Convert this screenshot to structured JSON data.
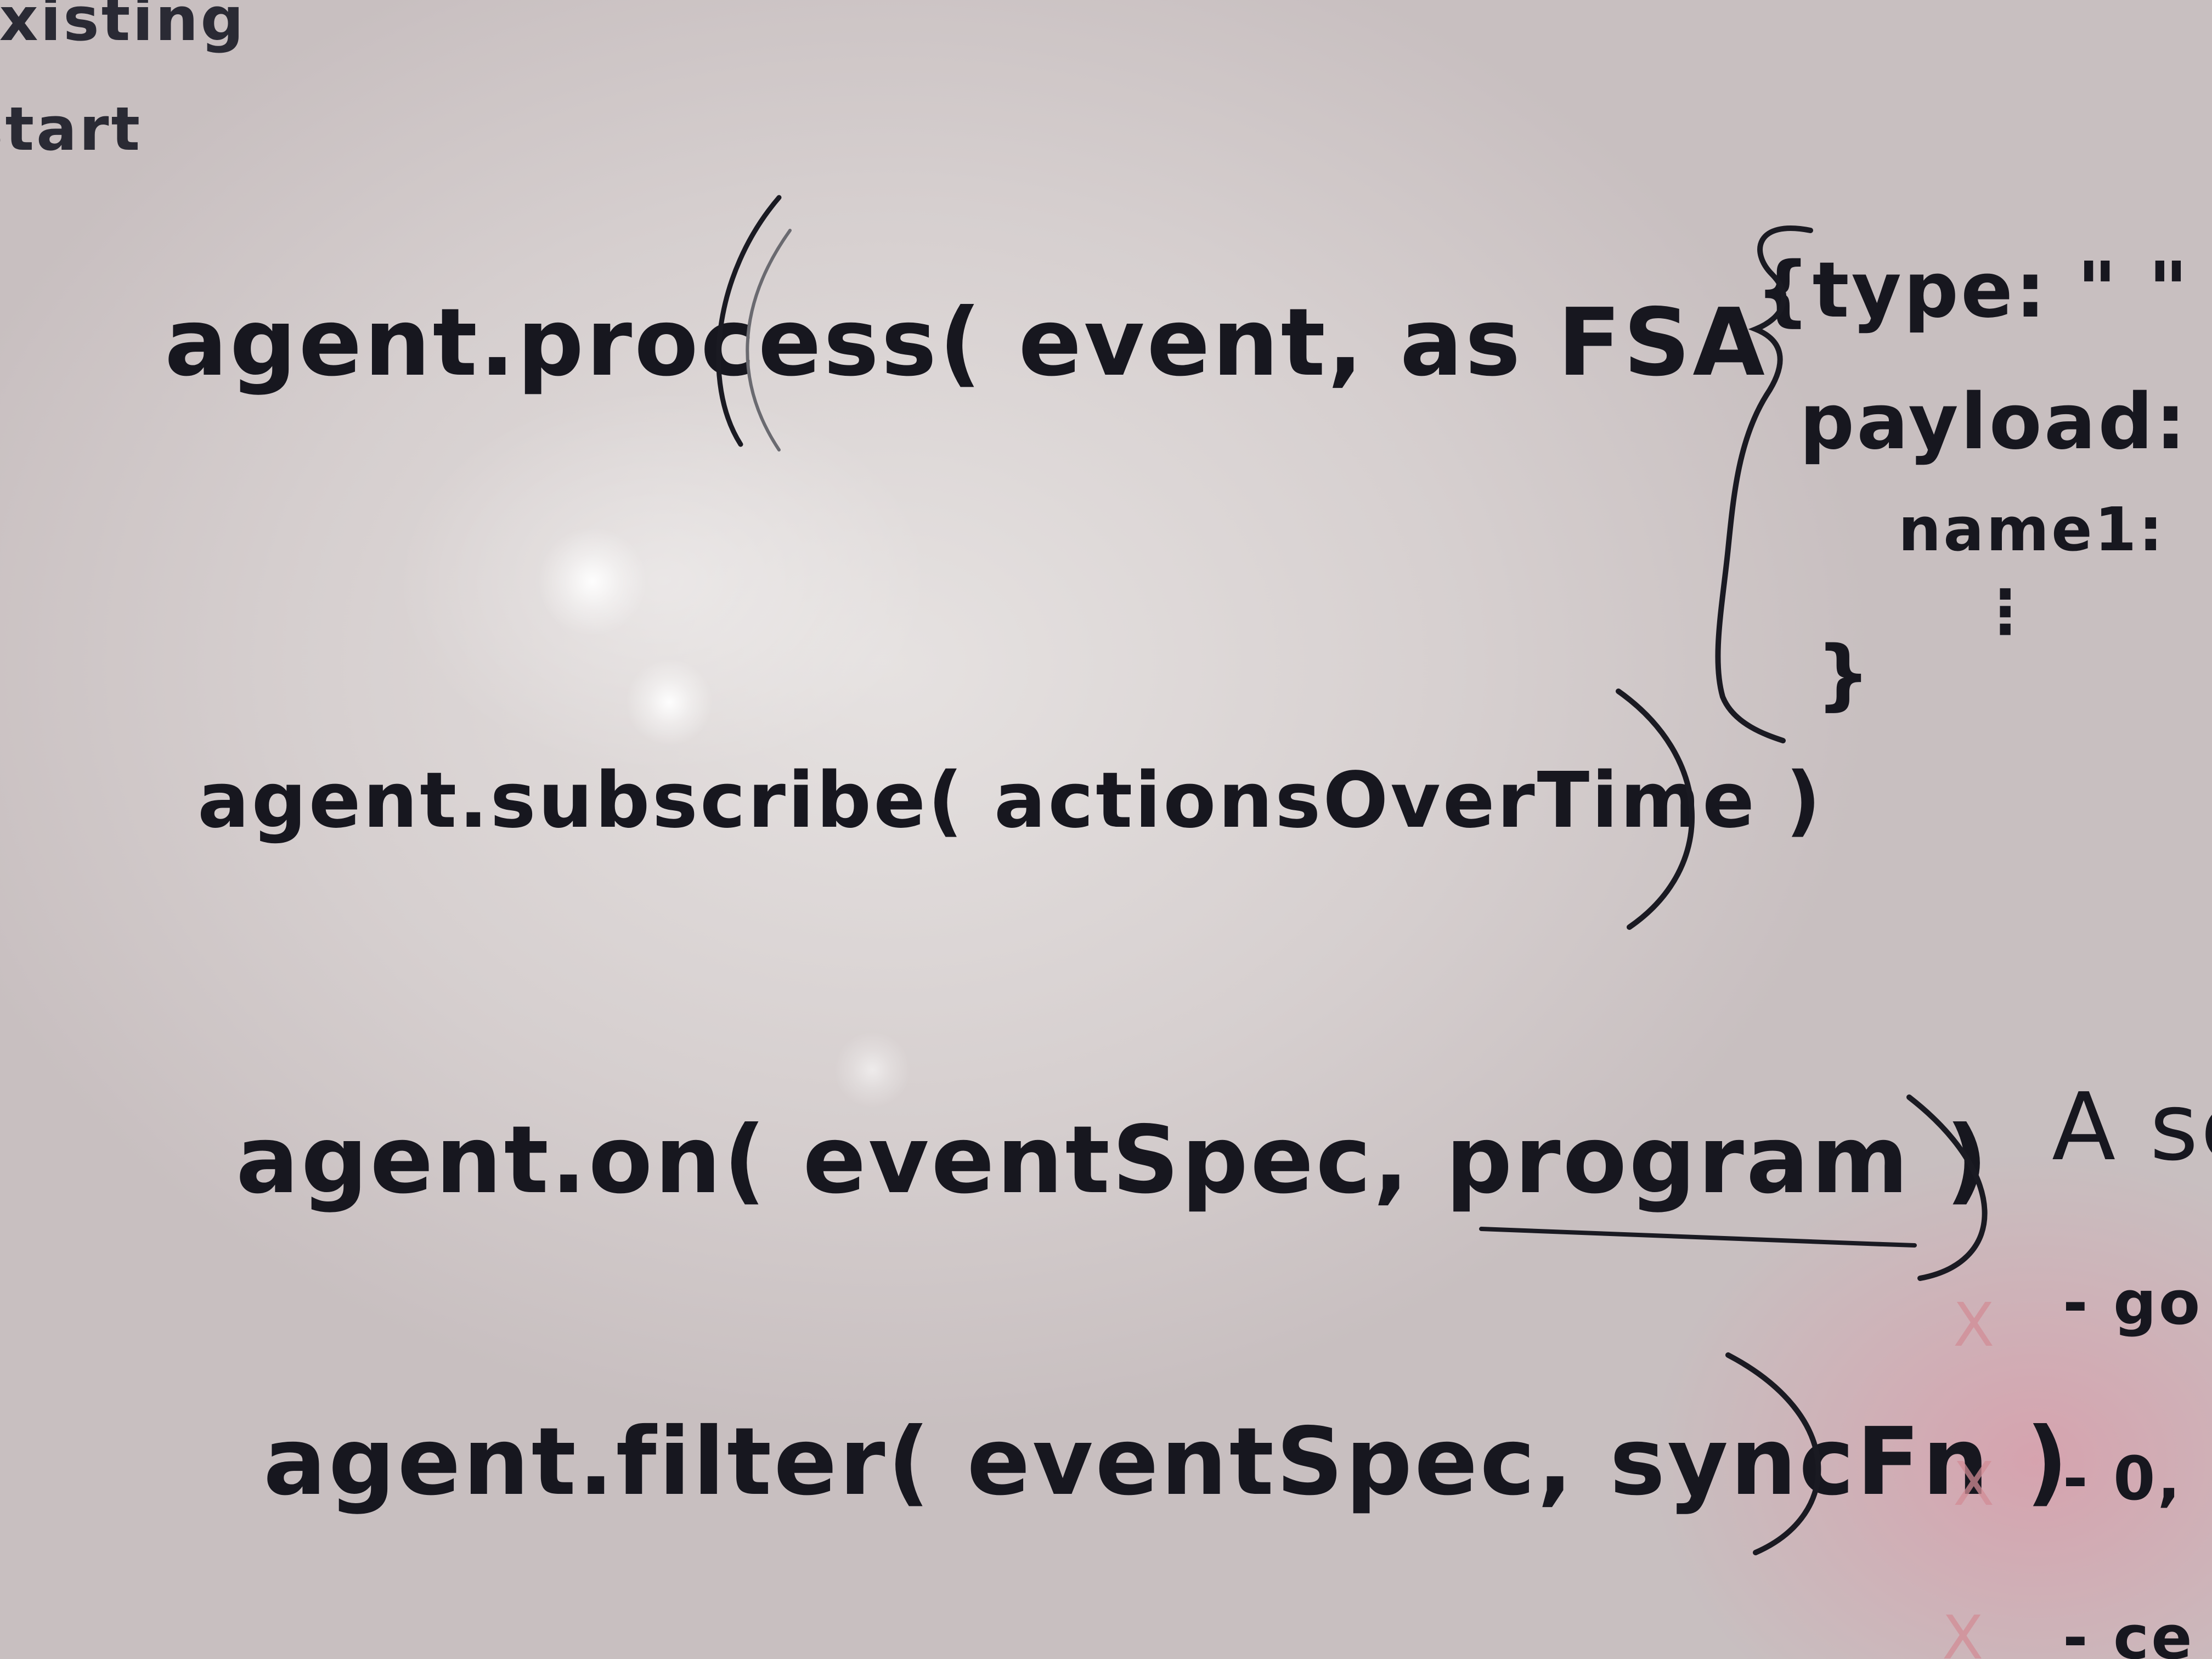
{
  "corner_notes": [
    "existing",
    "start"
  ],
  "lines": [
    "agent.process( event, as FSA",
    "agent.subscribe( actionsOverTime )",
    "agent.on( eventSpec, program )",
    "agent.filter( eventSpec, syncFn )"
  ],
  "fsa_object": {
    "type_line": "{type: \"   \"",
    "payload_line": "payload: {",
    "name_line": "name1:",
    "ellipsis": "⋮",
    "close_brace": "}"
  },
  "right_notes": {
    "heading": "A se",
    "items": [
      "- go",
      "- 0,",
      "- ce"
    ],
    "marks": [
      "X",
      "X",
      "X"
    ]
  }
}
